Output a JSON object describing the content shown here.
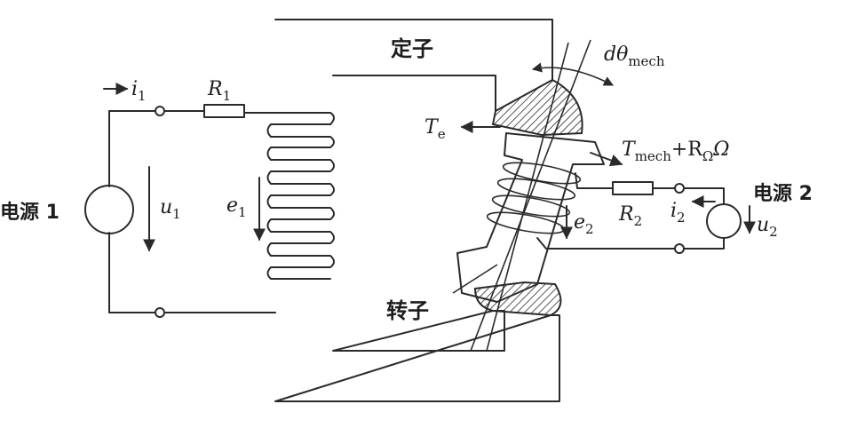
{
  "labels": {
    "stator": "定子",
    "rotor": "转子",
    "source1": "电源 1",
    "source2": "电源 2",
    "i1_main": "i",
    "i1_sub": "1",
    "r1_main": "R",
    "r1_sub": "1",
    "u1_main": "u",
    "u1_sub": "1",
    "e1_main": "e",
    "e1_sub": "1",
    "te_main": "T",
    "te_sub": "e",
    "dtheta_main": "dθ",
    "dtheta_sub": "mech",
    "tmech_main": "T",
    "tmech_sub": "mech",
    "tmech_plus": "+R",
    "tmech_omega_sub": "Ω",
    "tmech_omega": "Ω",
    "e2_main": "e",
    "e2_sub": "2",
    "r2_main": "R",
    "r2_sub": "2",
    "i2_main": "i",
    "i2_sub": "2",
    "u2_main": "u",
    "u2_sub": "2"
  },
  "colors": {
    "ink": "#2a2a2a",
    "background": "#ffffff"
  }
}
